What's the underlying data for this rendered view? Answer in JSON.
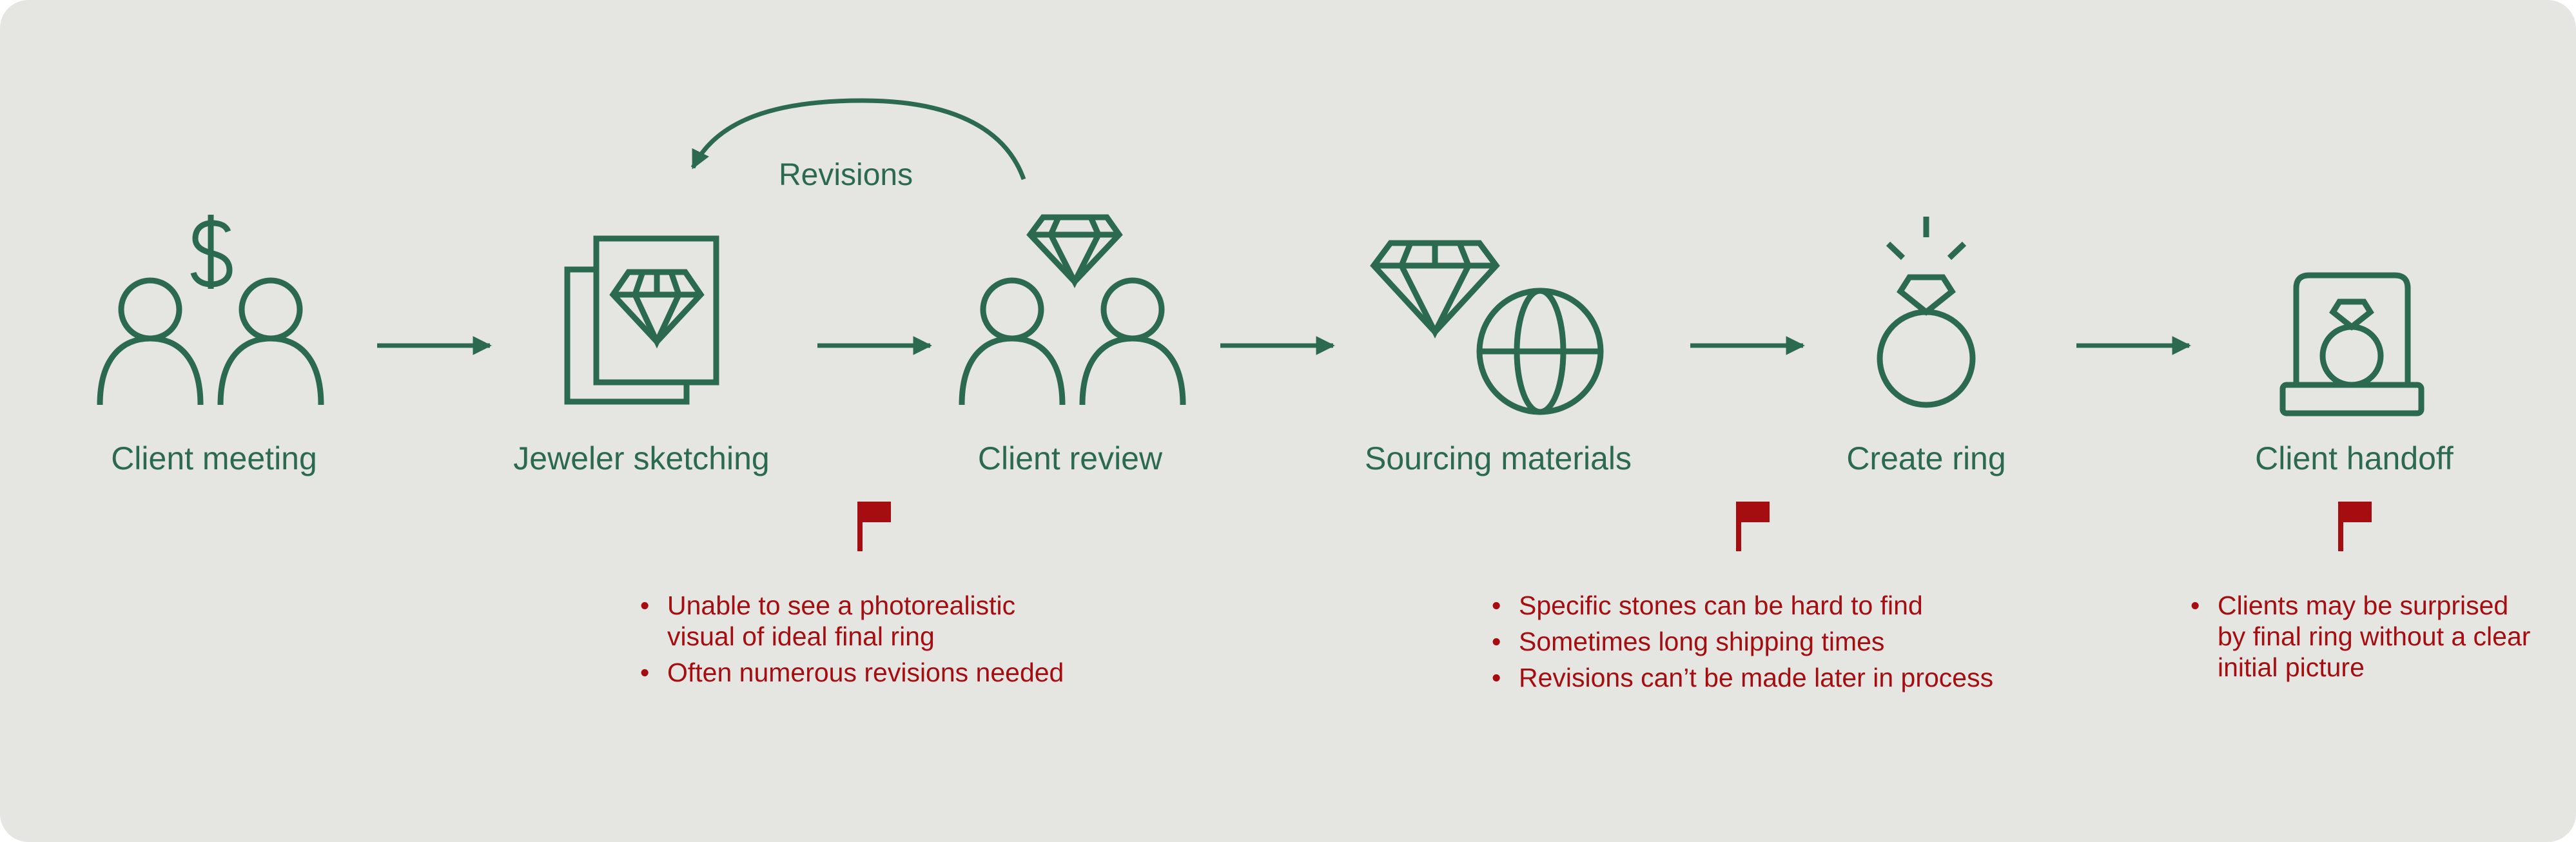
{
  "colors": {
    "background": "#e5e5e1",
    "primary": "#2c6a50",
    "alert": "#a50d11"
  },
  "loop_label": "Revisions",
  "steps": [
    {
      "label": "Client meeting",
      "icon": "people-dollar-icon"
    },
    {
      "label": "Jeweler sketching",
      "icon": "sketch-pages-diamond-icon"
    },
    {
      "label": "Client review",
      "icon": "people-diamond-icon"
    },
    {
      "label": "Sourcing materials",
      "icon": "diamond-globe-icon"
    },
    {
      "label": "Create ring",
      "icon": "ring-sparkle-icon"
    },
    {
      "label": "Client handoff",
      "icon": "ring-box-icon"
    }
  ],
  "pain_points": [
    {
      "flag": "red-flag-icon",
      "notes": [
        "Unable to see a photorealistic visual of ideal final ring",
        "Often numerous revisions needed"
      ]
    },
    {
      "flag": "red-flag-icon",
      "notes": [
        "Specific stones can be hard to find",
        "Sometimes long shipping times",
        "Revisions can’t be made later in process"
      ]
    },
    {
      "flag": "red-flag-icon",
      "notes": [
        "Clients may be surprised by final ring without a clear initial picture"
      ]
    }
  ]
}
